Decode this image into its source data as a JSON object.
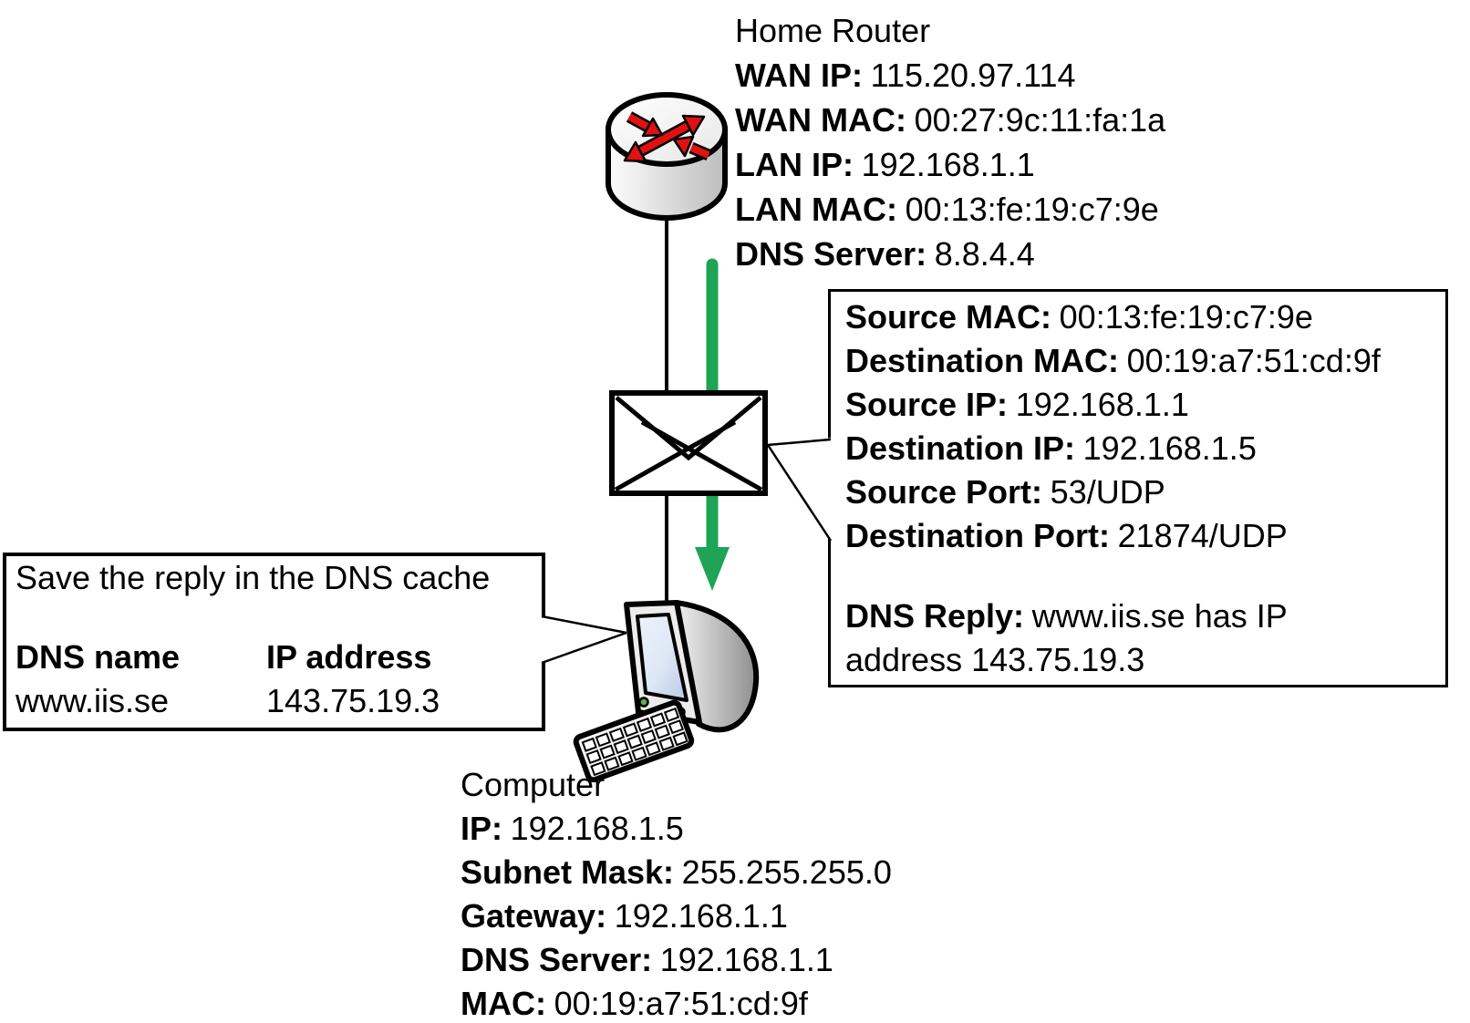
{
  "router": {
    "title": "Home Router",
    "fields": [
      {
        "label": "WAN IP:",
        "value": "115.20.97.114"
      },
      {
        "label": "WAN MAC:",
        "value": "00:27:9c:11:fa:1a"
      },
      {
        "label": "LAN IP:",
        "value": "192.168.1.1"
      },
      {
        "label": "LAN MAC:",
        "value": "00:13:fe:19:c7:9e"
      },
      {
        "label": "DNS Server:",
        "value": "8.8.4.4"
      }
    ]
  },
  "packet": {
    "fields": [
      {
        "label": "Source MAC:",
        "value": "00:13:fe:19:c7:9e"
      },
      {
        "label": "Destination MAC:",
        "value": "00:19:a7:51:cd:9f"
      },
      {
        "label": "Source IP:",
        "value": "192.168.1.1"
      },
      {
        "label": "Destination IP:",
        "value": "192.168.1.5"
      },
      {
        "label": "Source Port:",
        "value": "53/UDP"
      },
      {
        "label": "Destination Port:",
        "value": "21874/UDP"
      }
    ],
    "reply": {
      "label": "DNS Reply:",
      "value": "www.iis.se has IP address 143.75.19.3"
    }
  },
  "dns_cache": {
    "title": "Save the reply in the DNS cache",
    "col1_header": "DNS name",
    "col2_header": "IP address",
    "row": {
      "name": "www.iis.se",
      "ip": "143.75.19.3"
    }
  },
  "computer": {
    "title": "Computer",
    "fields": [
      {
        "label": "IP:",
        "value": "192.168.1.5"
      },
      {
        "label": "Subnet Mask:",
        "value": "255.255.255.0"
      },
      {
        "label": "Gateway:",
        "value": "192.168.1.1"
      },
      {
        "label": "DNS Server:",
        "value": "192.168.1.1"
      },
      {
        "label": "MAC:",
        "value": "00:19:a7:51:cd:9f"
      }
    ]
  },
  "icons": {
    "router": "router-icon",
    "envelope": "envelope-icon",
    "computer": "computer-icon",
    "arrow": "down-arrow-icon"
  },
  "colors": {
    "arrow_green": "#1FA355",
    "router_arrow_red": "#E01111",
    "outline_black": "#000000",
    "screen_blue": "#C7D5EC",
    "background": "#FFFFFF"
  }
}
